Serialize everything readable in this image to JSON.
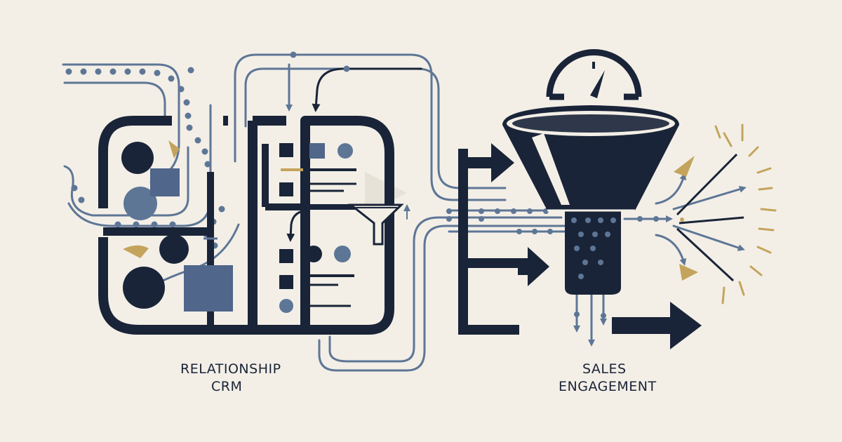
{
  "labels": {
    "crm": {
      "line1": "RELATIONSHIP",
      "line2": "CRM"
    },
    "sales": {
      "line1": "SALES",
      "line2": "ENGAGEMENT"
    }
  },
  "colors": {
    "background": "#f3efe7",
    "navy": "#1a2438",
    "slate": "#5e7696",
    "steel": "#50668a",
    "gold": "#c4a45c"
  },
  "icons": [
    "gauge-icon",
    "funnel-icon",
    "mini-funnel-icon",
    "arrow-right-icon",
    "burst-icon"
  ]
}
